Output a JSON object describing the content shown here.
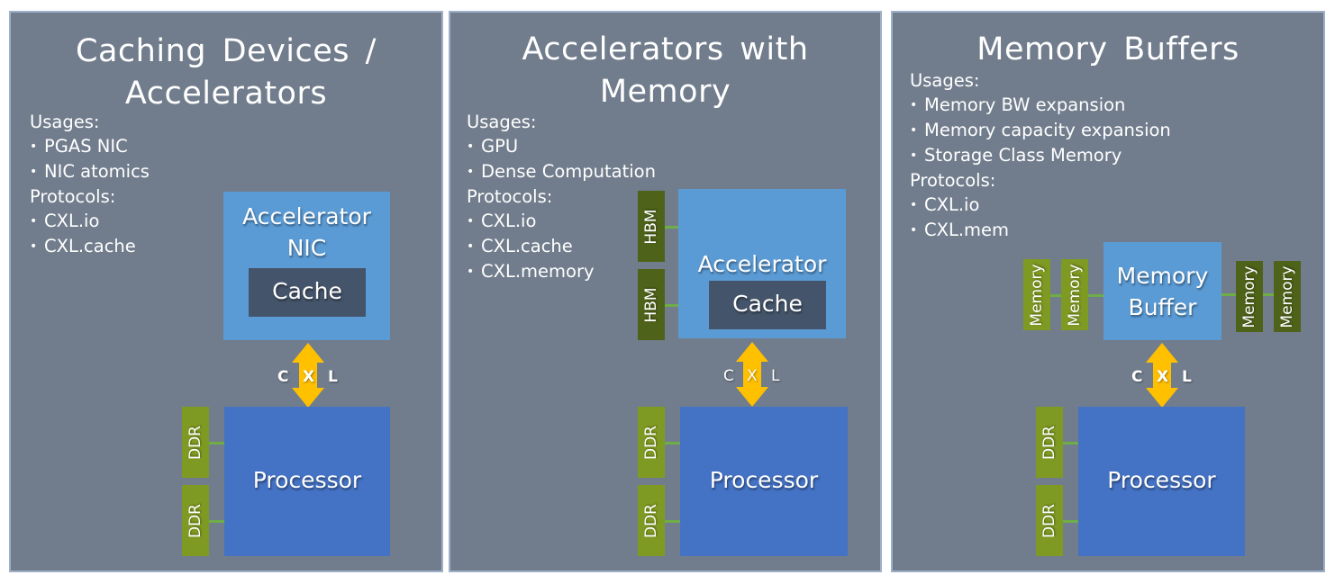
{
  "colors": {
    "panel_bg": "#717d8c",
    "accelerator": "#5b9bd5",
    "cache": "#44546a",
    "processor": "#4472c4",
    "ddr_memory": "#7f9a22",
    "hbm_memory": "#4e6319",
    "cxl_arrow": "#ffc000",
    "link": "#6fad47"
  },
  "panels": [
    {
      "title_line1": "Caching Devices /",
      "title_line2": "Accelerators",
      "usages_heading": "Usages:",
      "usages": [
        "PGAS NIC",
        "NIC atomics"
      ],
      "protocols_heading": "Protocols:",
      "protocols": [
        "CXL.io",
        "CXL.cache"
      ],
      "device_line1": "Accelerator",
      "device_line2": "NIC",
      "cache_label": "Cache",
      "link_letters": [
        "C",
        "X",
        "L"
      ],
      "processor_label": "Processor",
      "host_memory": [
        "DDR",
        "DDR"
      ]
    },
    {
      "title_line1": "Accelerators with",
      "title_line2": "Memory",
      "usages_heading": "Usages:",
      "usages": [
        "GPU",
        "Dense Computation"
      ],
      "protocols_heading": "Protocols:",
      "protocols": [
        "CXL.io",
        "CXL.cache",
        "CXL.memory"
      ],
      "device_line1": "Accelerator",
      "cache_label": "Cache",
      "device_memory": [
        "HBM",
        "HBM"
      ],
      "link_letters": [
        "C",
        "X",
        "L"
      ],
      "processor_label": "Processor",
      "host_memory": [
        "DDR",
        "DDR"
      ]
    },
    {
      "title_line1": "Memory Buffers",
      "usages_heading": "Usages:",
      "usages": [
        "Memory BW expansion",
        "Memory capacity expansion",
        "Storage Class Memory"
      ],
      "protocols_heading": "Protocols:",
      "protocols": [
        "CXL.io",
        "CXL.mem"
      ],
      "device_line1": "Memory",
      "device_line2": "Buffer",
      "device_memory_left": [
        "Memory",
        "Memory"
      ],
      "device_memory_right": [
        "Memory",
        "Memory"
      ],
      "link_letters": [
        "C",
        "X",
        "L"
      ],
      "processor_label": "Processor",
      "host_memory": [
        "DDR",
        "DDR"
      ]
    }
  ],
  "bullet_glyph": "•"
}
